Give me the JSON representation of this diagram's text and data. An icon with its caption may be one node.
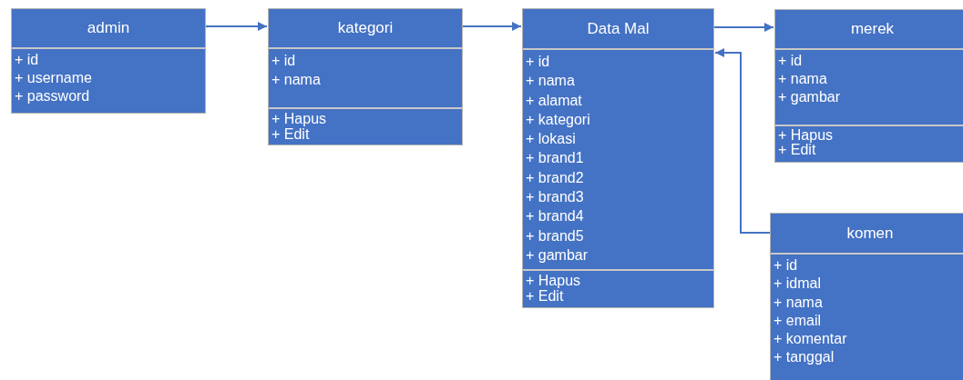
{
  "diagram": {
    "nodes": [
      {
        "text": [
          "admin"
        ]
      },
      {
        "text": [
          "+ id",
          "+ username",
          "+ password"
        ],
        "in": 0
      },
      {
        "text": [
          "kategori"
        ]
      },
      {
        "text": [
          "+ id",
          "+ nama"
        ],
        "in": 2
      },
      {
        "text": [
          "+ Hapus",
          "+ Edit"
        ],
        "in": 2
      },
      {
        "text": [
          "Data Mal"
        ]
      },
      {
        "text": [
          "+ id",
          "+ nama",
          "+ alamat",
          "+ kategori",
          "+ lokasi",
          "+ brand1",
          "+ brand2",
          "+ brand3",
          "+ brand4",
          "+ brand5",
          "+ gambar"
        ],
        "in": 5
      },
      {
        "text": [
          "+ Hapus",
          "+ Edit"
        ],
        "in": 5
      },
      {
        "text": [
          "merek"
        ]
      },
      {
        "text": [
          "+ id",
          "+ nama",
          "+ gambar"
        ],
        "in": 8
      },
      {
        "text": [
          "+ Hapus",
          "+ Edit"
        ],
        "in": 8
      },
      {
        "text": [
          "komen"
        ]
      },
      {
        "text": [
          "+ id",
          "+ idmal",
          "+ nama",
          "+ email",
          "+ komentar",
          "+ tanggal"
        ],
        "in": 11
      }
    ],
    "edges": [
      {
        "from": 0,
        "to": 2,
        "arrow": "to"
      },
      {
        "from": 2,
        "to": 5,
        "arrow": "to"
      },
      {
        "from": 5,
        "to": 8,
        "arrow": "to"
      },
      {
        "from": 11,
        "to": 5,
        "arrow": "to"
      }
    ]
  }
}
